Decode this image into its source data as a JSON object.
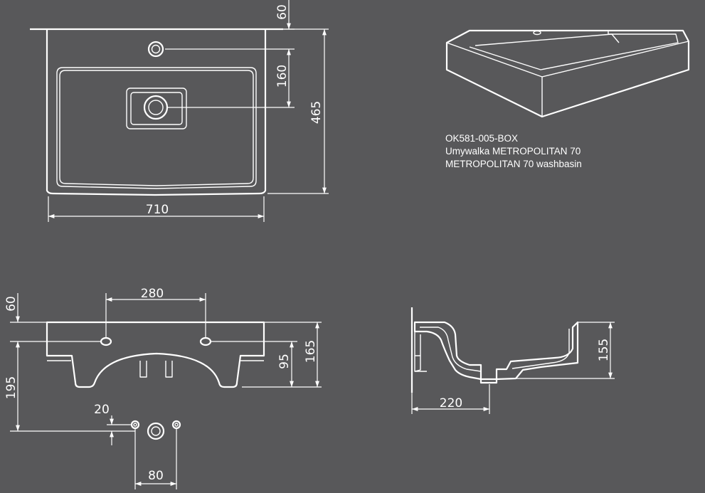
{
  "product": {
    "code": "OK581-005-BOX",
    "name_pl": "Umywalka METROPOLITAN 70",
    "name_en": "METROPOLITAN 70 washbasin"
  },
  "top_view": {
    "dim_width": "710",
    "dim_depth": "465",
    "dim_back_ledge": "60",
    "dim_tap_to_drain": "160"
  },
  "front_view": {
    "dim_tap_spacing": "280",
    "dim_top_ledge": "60",
    "dim_total_height": "165",
    "dim_bowl_depth": "95",
    "dim_height_below": "195",
    "dim_fixing_offset": "20",
    "dim_fixing_spacing": "80"
  },
  "side_view": {
    "dim_projection": "220",
    "dim_height": "155"
  },
  "colors": {
    "background": "#58585a",
    "lines": "#ffffff"
  }
}
